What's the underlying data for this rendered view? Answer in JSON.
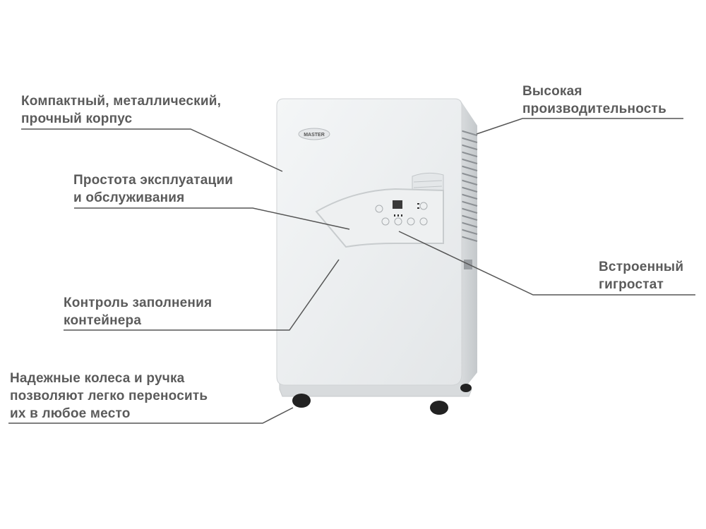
{
  "callouts": {
    "body": {
      "lines": [
        "Компактный, металлический,",
        "прочный корпус"
      ]
    },
    "ease": {
      "lines": [
        "Простота эксплуатации",
        "и обслуживания"
      ]
    },
    "tank": {
      "lines": [
        "Контроль заполнения",
        "контейнера"
      ]
    },
    "wheels": {
      "lines": [
        "Надежные колеса и ручка",
        "позволяют легко переносить",
        "их в любое место"
      ]
    },
    "performance": {
      "lines": [
        "Высокая",
        "производительность"
      ]
    },
    "hygrostat": {
      "lines": [
        "Встроенный",
        "гигростат"
      ]
    }
  },
  "device": {
    "brand_logo": "MASTER"
  },
  "colors": {
    "text": "#5b5b5b",
    "lines": "#555555",
    "body": "#eef0f1"
  }
}
